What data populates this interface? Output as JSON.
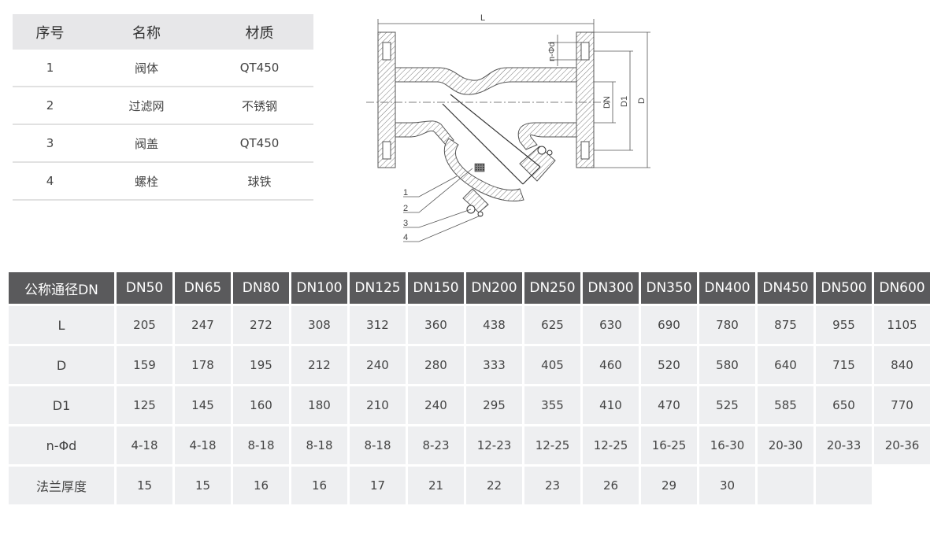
{
  "parts_table": {
    "headers": [
      "序号",
      "名称",
      "材质"
    ],
    "rows": [
      {
        "no": "1",
        "name": "阀体",
        "material": "QT450"
      },
      {
        "no": "2",
        "name": "过滤网",
        "material": "不锈钢"
      },
      {
        "no": "3",
        "name": "阀盖",
        "material": "QT450"
      },
      {
        "no": "4",
        "name": "螺栓",
        "material": "球铁"
      }
    ]
  },
  "drawing": {
    "labels": {
      "length": "L",
      "bolt_holes": "n-Φd",
      "nominal": "DN",
      "bolt_circle": "D1",
      "flange_od": "D",
      "callouts": [
        "1",
        "2",
        "3",
        "4"
      ]
    }
  },
  "dimension_table": {
    "corner": "公称通径DN",
    "columns": [
      "DN50",
      "DN65",
      "DN80",
      "DN100",
      "DN125",
      "DN150",
      "DN200",
      "DN250",
      "DN300",
      "DN350",
      "DN400",
      "DN450",
      "DN500",
      "DN600"
    ],
    "rows": [
      {
        "label": "L",
        "values": [
          "205",
          "247",
          "272",
          "308",
          "312",
          "360",
          "438",
          "625",
          "630",
          "690",
          "780",
          "875",
          "955",
          "1105"
        ]
      },
      {
        "label": "D",
        "values": [
          "159",
          "178",
          "195",
          "212",
          "240",
          "280",
          "333",
          "405",
          "460",
          "520",
          "580",
          "640",
          "715",
          "840"
        ]
      },
      {
        "label": "D1",
        "values": [
          "125",
          "145",
          "160",
          "180",
          "210",
          "240",
          "295",
          "355",
          "410",
          "470",
          "525",
          "585",
          "650",
          "770"
        ]
      },
      {
        "label": "n-Φd",
        "values": [
          "4-18",
          "4-18",
          "8-18",
          "8-18",
          "8-18",
          "8-23",
          "12-23",
          "12-25",
          "12-25",
          "16-25",
          "16-30",
          "20-30",
          "20-33",
          "20-36"
        ]
      },
      {
        "label": "法兰厚度",
        "values": [
          "15",
          "15",
          "16",
          "16",
          "17",
          "21",
          "22",
          "23",
          "26",
          "29",
          "30",
          "",
          ""
        ]
      }
    ]
  }
}
